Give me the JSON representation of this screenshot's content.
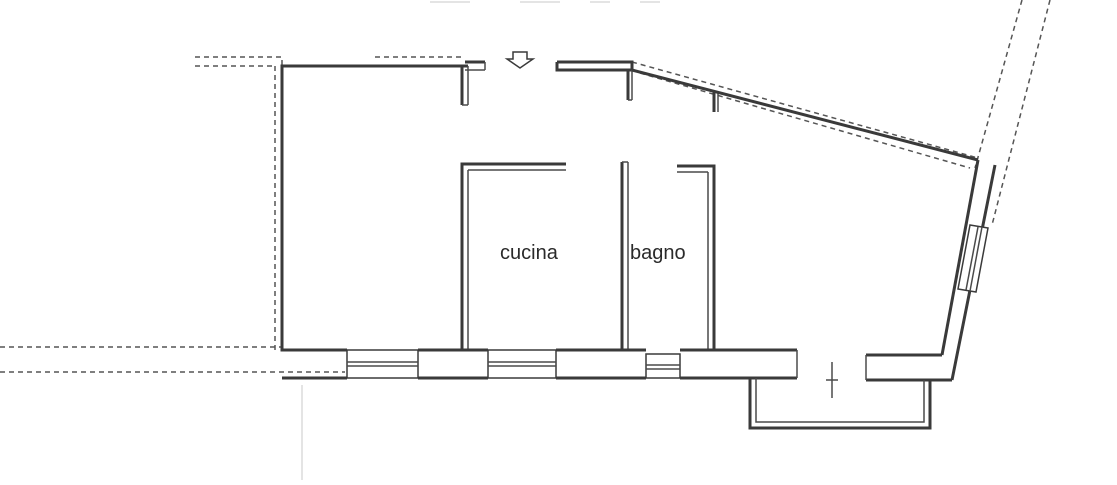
{
  "plan": {
    "rooms": [
      {
        "id": "kitchen",
        "label": "cucina"
      },
      {
        "id": "bathroom",
        "label": "bagno"
      }
    ],
    "entrance_marker": "entrance-arrow-icon"
  }
}
